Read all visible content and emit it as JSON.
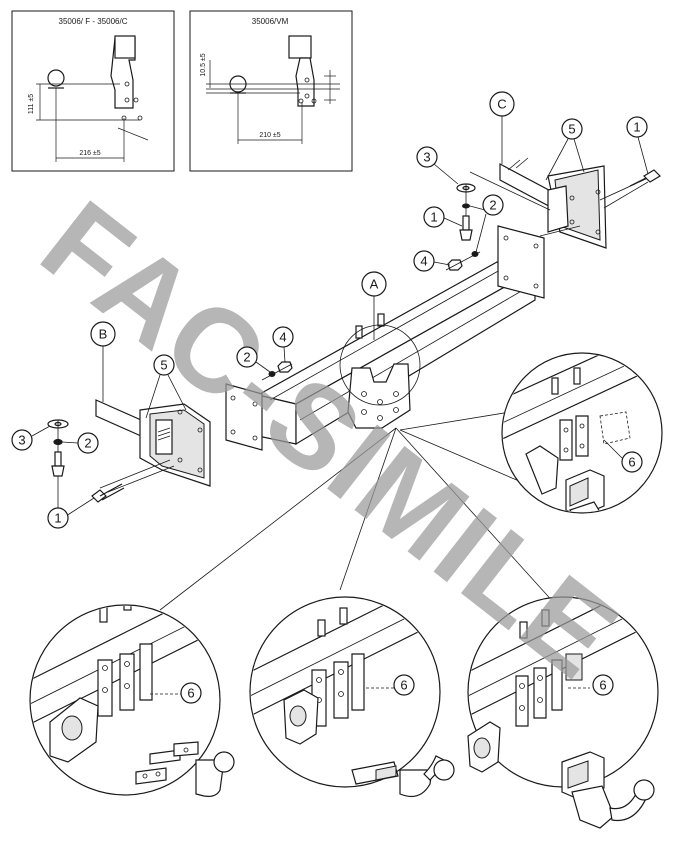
{
  "inset_left": {
    "title": "35006/ F - 35006/C",
    "dim_vertical": "111 ±5",
    "dim_horizontal": "216 ±5"
  },
  "inset_right": {
    "title": "35006/VM",
    "dim_vertical": "10.5 ±5",
    "dim_horizontal": "210 ±5"
  },
  "callouts": {
    "A": "A",
    "B": "B",
    "C": "C",
    "one": "1",
    "two": "2",
    "three": "3",
    "four": "4",
    "five": "5",
    "six": "6"
  },
  "watermark": "FAC-SIMILE"
}
